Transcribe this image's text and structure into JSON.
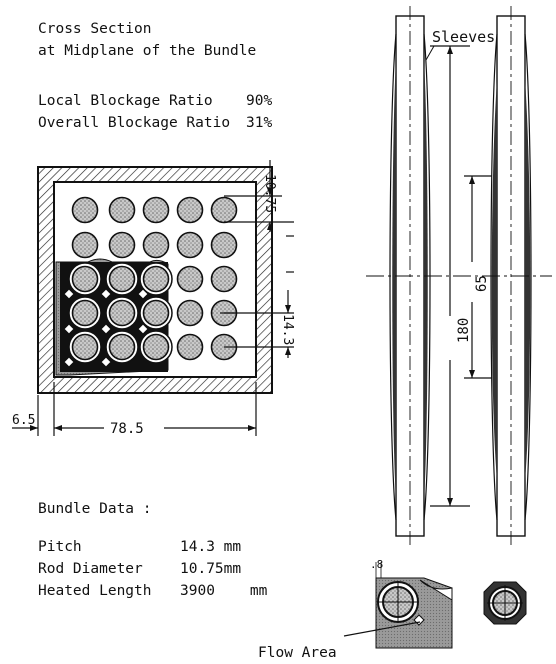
{
  "title": {
    "line1": "Cross Section",
    "line2": "at Midplane of the Bundle"
  },
  "blockage": [
    {
      "label": "Local Blockage Ratio",
      "value": "90%"
    },
    {
      "label": "Overall Blockage Ratio",
      "value": "31%"
    }
  ],
  "dimensions": {
    "rod_diameter": "10.75",
    "pitch": "14.3",
    "wall": "6.5",
    "width": "78.5",
    "sleeve_span": "180",
    "blocked_length": "65",
    "gap": ".8"
  },
  "labels": {
    "sleeves": "Sleeves",
    "flow_area": "Flow Area"
  },
  "bundle_data": {
    "heading": "Bundle Data :",
    "rows": [
      {
        "label": "Pitch",
        "value": "14.3 mm"
      },
      {
        "label": "Rod Diameter",
        "value": "10.75mm"
      },
      {
        "label": "Heated Length",
        "value": "3900    mm"
      }
    ]
  }
}
